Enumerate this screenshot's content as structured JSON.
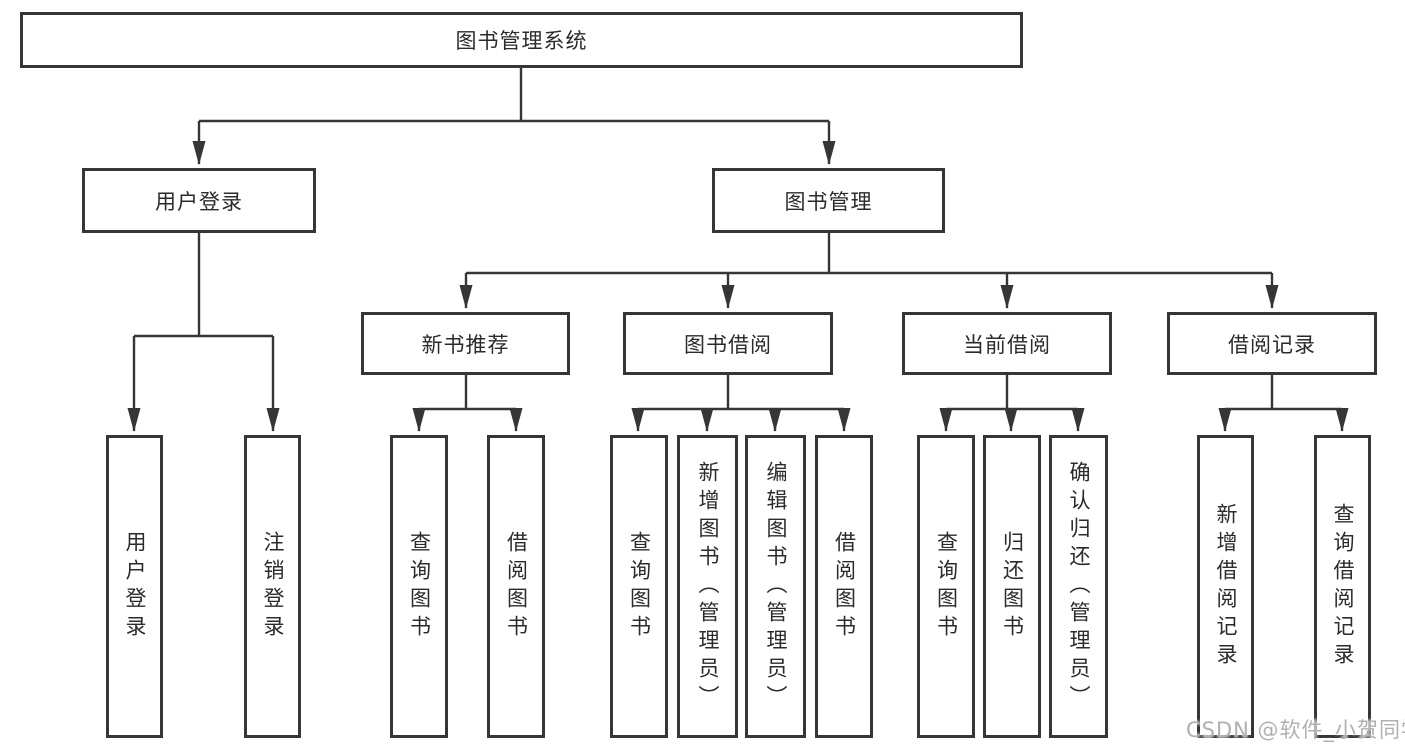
{
  "nodes": {
    "root": {
      "label": "图书管理系统"
    },
    "user_login": {
      "label": "用户登录"
    },
    "book_mgmt": {
      "label": "图书管理"
    },
    "leaf_user_login": {
      "label": "用户登录"
    },
    "leaf_logout": {
      "label": "注销登录"
    },
    "new_book_rec": {
      "label": "新书推荐"
    },
    "book_borrow": {
      "label": "图书借阅"
    },
    "current_borrow": {
      "label": "当前借阅"
    },
    "borrow_record": {
      "label": "借阅记录"
    },
    "nb_query_books": {
      "label": "查询图书"
    },
    "nb_borrow_books": {
      "label": "借阅图书"
    },
    "bb_query_books": {
      "label": "查询图书"
    },
    "bb_add_books": {
      "label": "新增图书（管理员）"
    },
    "bb_edit_books": {
      "label": "编辑图书（管理员）"
    },
    "bb_borrow_books": {
      "label": "借阅图书"
    },
    "cb_query_books": {
      "label": "查询图书"
    },
    "cb_return_books": {
      "label": "归还图书"
    },
    "cb_confirm_return": {
      "label": "确认归还（管理员）"
    },
    "br_add_record": {
      "label": "新增借阅记录"
    },
    "br_query_record": {
      "label": "查询借阅记录"
    }
  },
  "watermark": {
    "text": "CSDN @软件_小贺同学"
  },
  "colors": {
    "line": "#363636",
    "box_border": "#363636",
    "text": "#2b2b2b",
    "background": "#ffffff",
    "watermark": "#b0b0b0"
  }
}
